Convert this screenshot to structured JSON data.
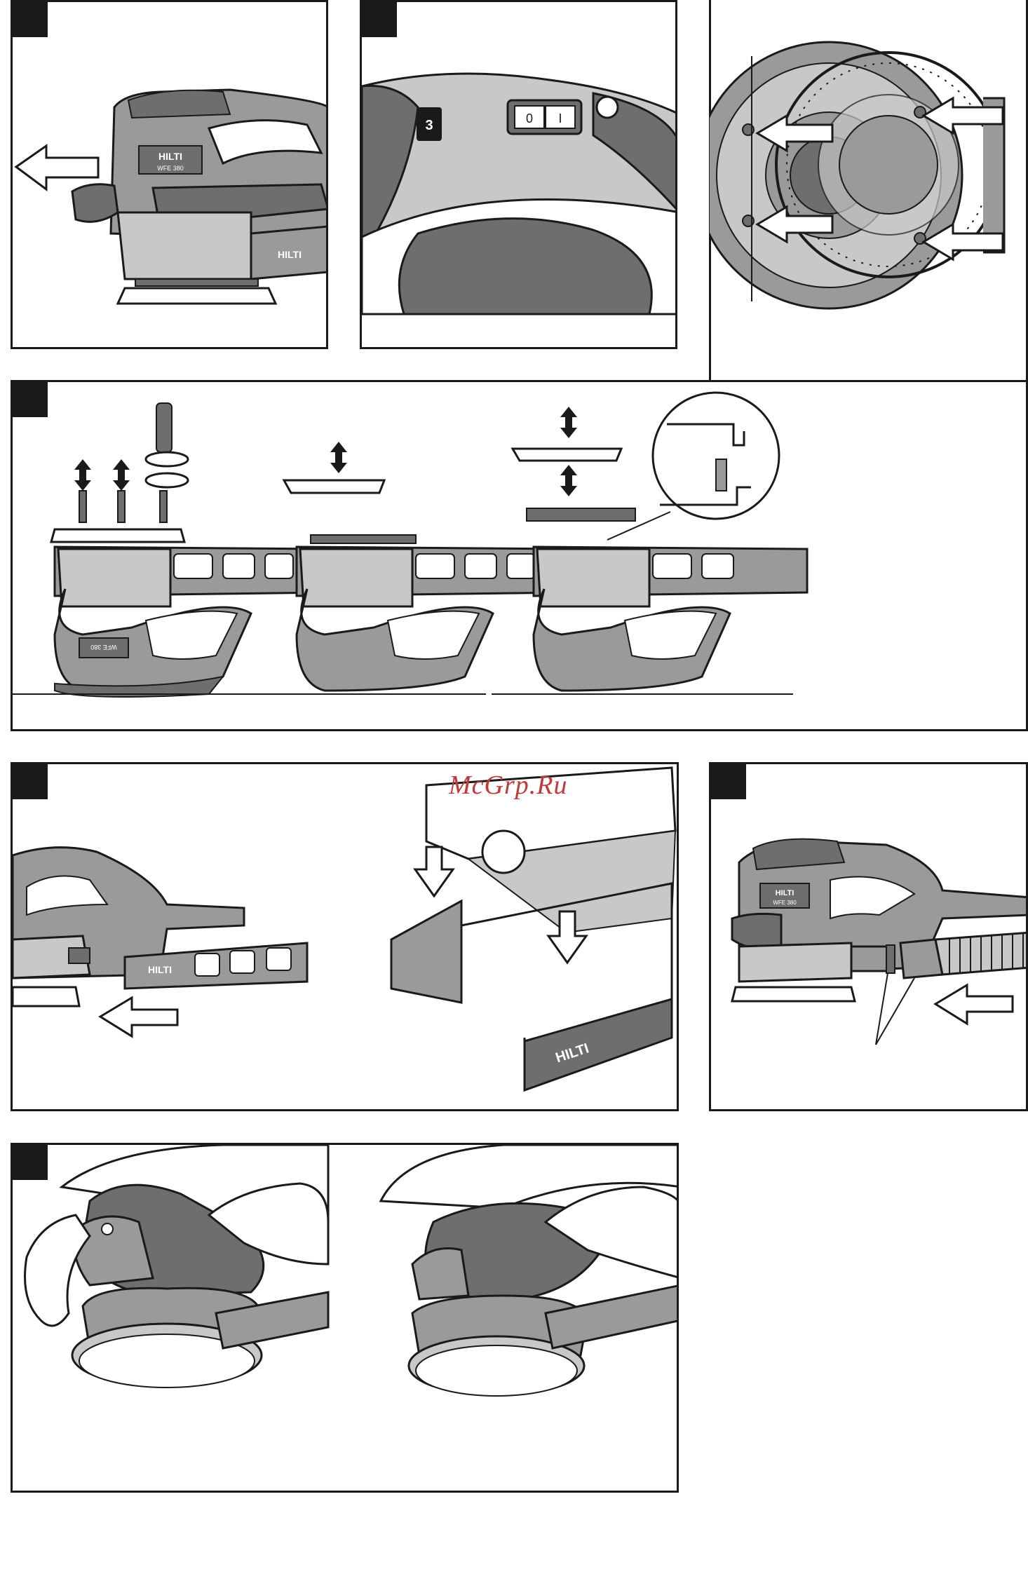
{
  "page": {
    "watermark": "McGrp.Ru",
    "brand_label": "HILTI",
    "model_label": "WFE 380",
    "switch_speed_label": "3",
    "switch_off_label": "0",
    "switch_on_label": "I"
  },
  "colors": {
    "tool_dark": "#6e6e6e",
    "tool_mid": "#9a9a9a",
    "tool_light": "#c8c8c8",
    "line": "#1a1a1a",
    "watermark": "#c0393b"
  },
  "icons": [
    "left-arrow-icon",
    "double-arrow-icon",
    "rotate-arrow-icon",
    "down-arrow-icon"
  ]
}
